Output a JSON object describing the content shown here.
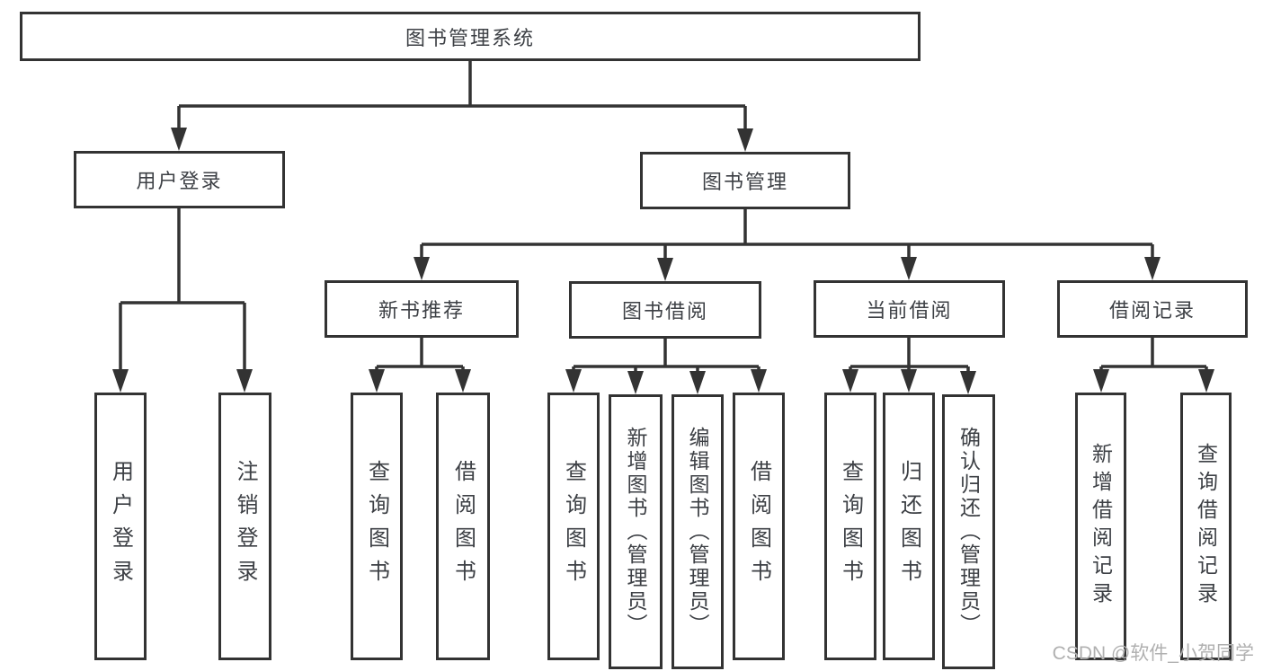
{
  "tree": {
    "root": {
      "label": "图书管理系统"
    },
    "level1": [
      {
        "label": "用户登录"
      },
      {
        "label": "图书管理"
      }
    ],
    "level2": [
      {
        "label": "新书推荐",
        "parent": "图书管理"
      },
      {
        "label": "图书借阅",
        "parent": "图书管理"
      },
      {
        "label": "当前借阅",
        "parent": "图书管理"
      },
      {
        "label": "借阅记录",
        "parent": "图书管理"
      }
    ],
    "leaves": [
      {
        "label": "用户登录",
        "parent": "用户登录"
      },
      {
        "label": "注销登录",
        "parent": "用户登录"
      },
      {
        "label": "查询图书",
        "parent": "新书推荐"
      },
      {
        "label": "借阅图书",
        "parent": "新书推荐"
      },
      {
        "label": "查询图书",
        "parent": "图书借阅"
      },
      {
        "label": "新增图书（管理员）",
        "parent": "图书借阅"
      },
      {
        "label": "编辑图书（管理员）",
        "parent": "图书借阅"
      },
      {
        "label": "借阅图书",
        "parent": "图书借阅"
      },
      {
        "label": "查询图书",
        "parent": "当前借阅"
      },
      {
        "label": "归还图书",
        "parent": "当前借阅"
      },
      {
        "label": "确认归还（管理员）",
        "parent": "当前借阅"
      },
      {
        "label": "新增借阅记录",
        "parent": "借阅记录"
      },
      {
        "label": "查询借阅记录",
        "parent": "借阅记录"
      }
    ]
  },
  "watermark": {
    "text": "CSDN @软件_小贺同学"
  },
  "colors": {
    "line": "#333333",
    "box_border": "#333333",
    "box_fill": "#ffffff",
    "text": "#3d4045",
    "watermark": "#b0b0b0",
    "background": "#ffffff"
  }
}
